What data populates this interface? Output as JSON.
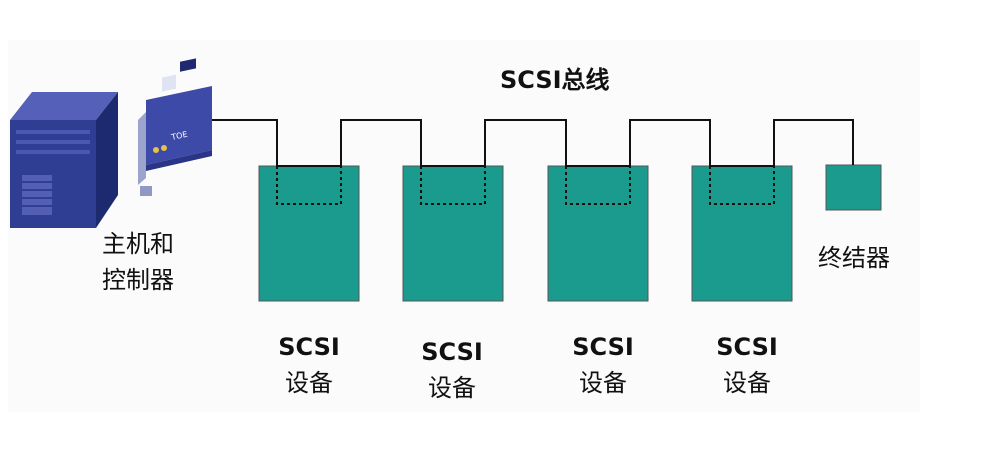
{
  "diagram": {
    "bus_title": "SCSI总线",
    "host_label_line1": "主机和",
    "host_label_line2": "控制器",
    "card_text": "TOE",
    "terminator_label": "终结器",
    "devices": [
      {
        "line1": "SCSI",
        "line2": "设备"
      },
      {
        "line1": "SCSI",
        "line2": "设备"
      },
      {
        "line1": "SCSI",
        "line2": "设备"
      },
      {
        "line1": "SCSI",
        "line2": "设备"
      }
    ],
    "colors": {
      "device_fill": "#1a9b8e",
      "wire": "#111111",
      "server_body": "#2c3a8c",
      "card_board": "#3d4aa8"
    }
  }
}
